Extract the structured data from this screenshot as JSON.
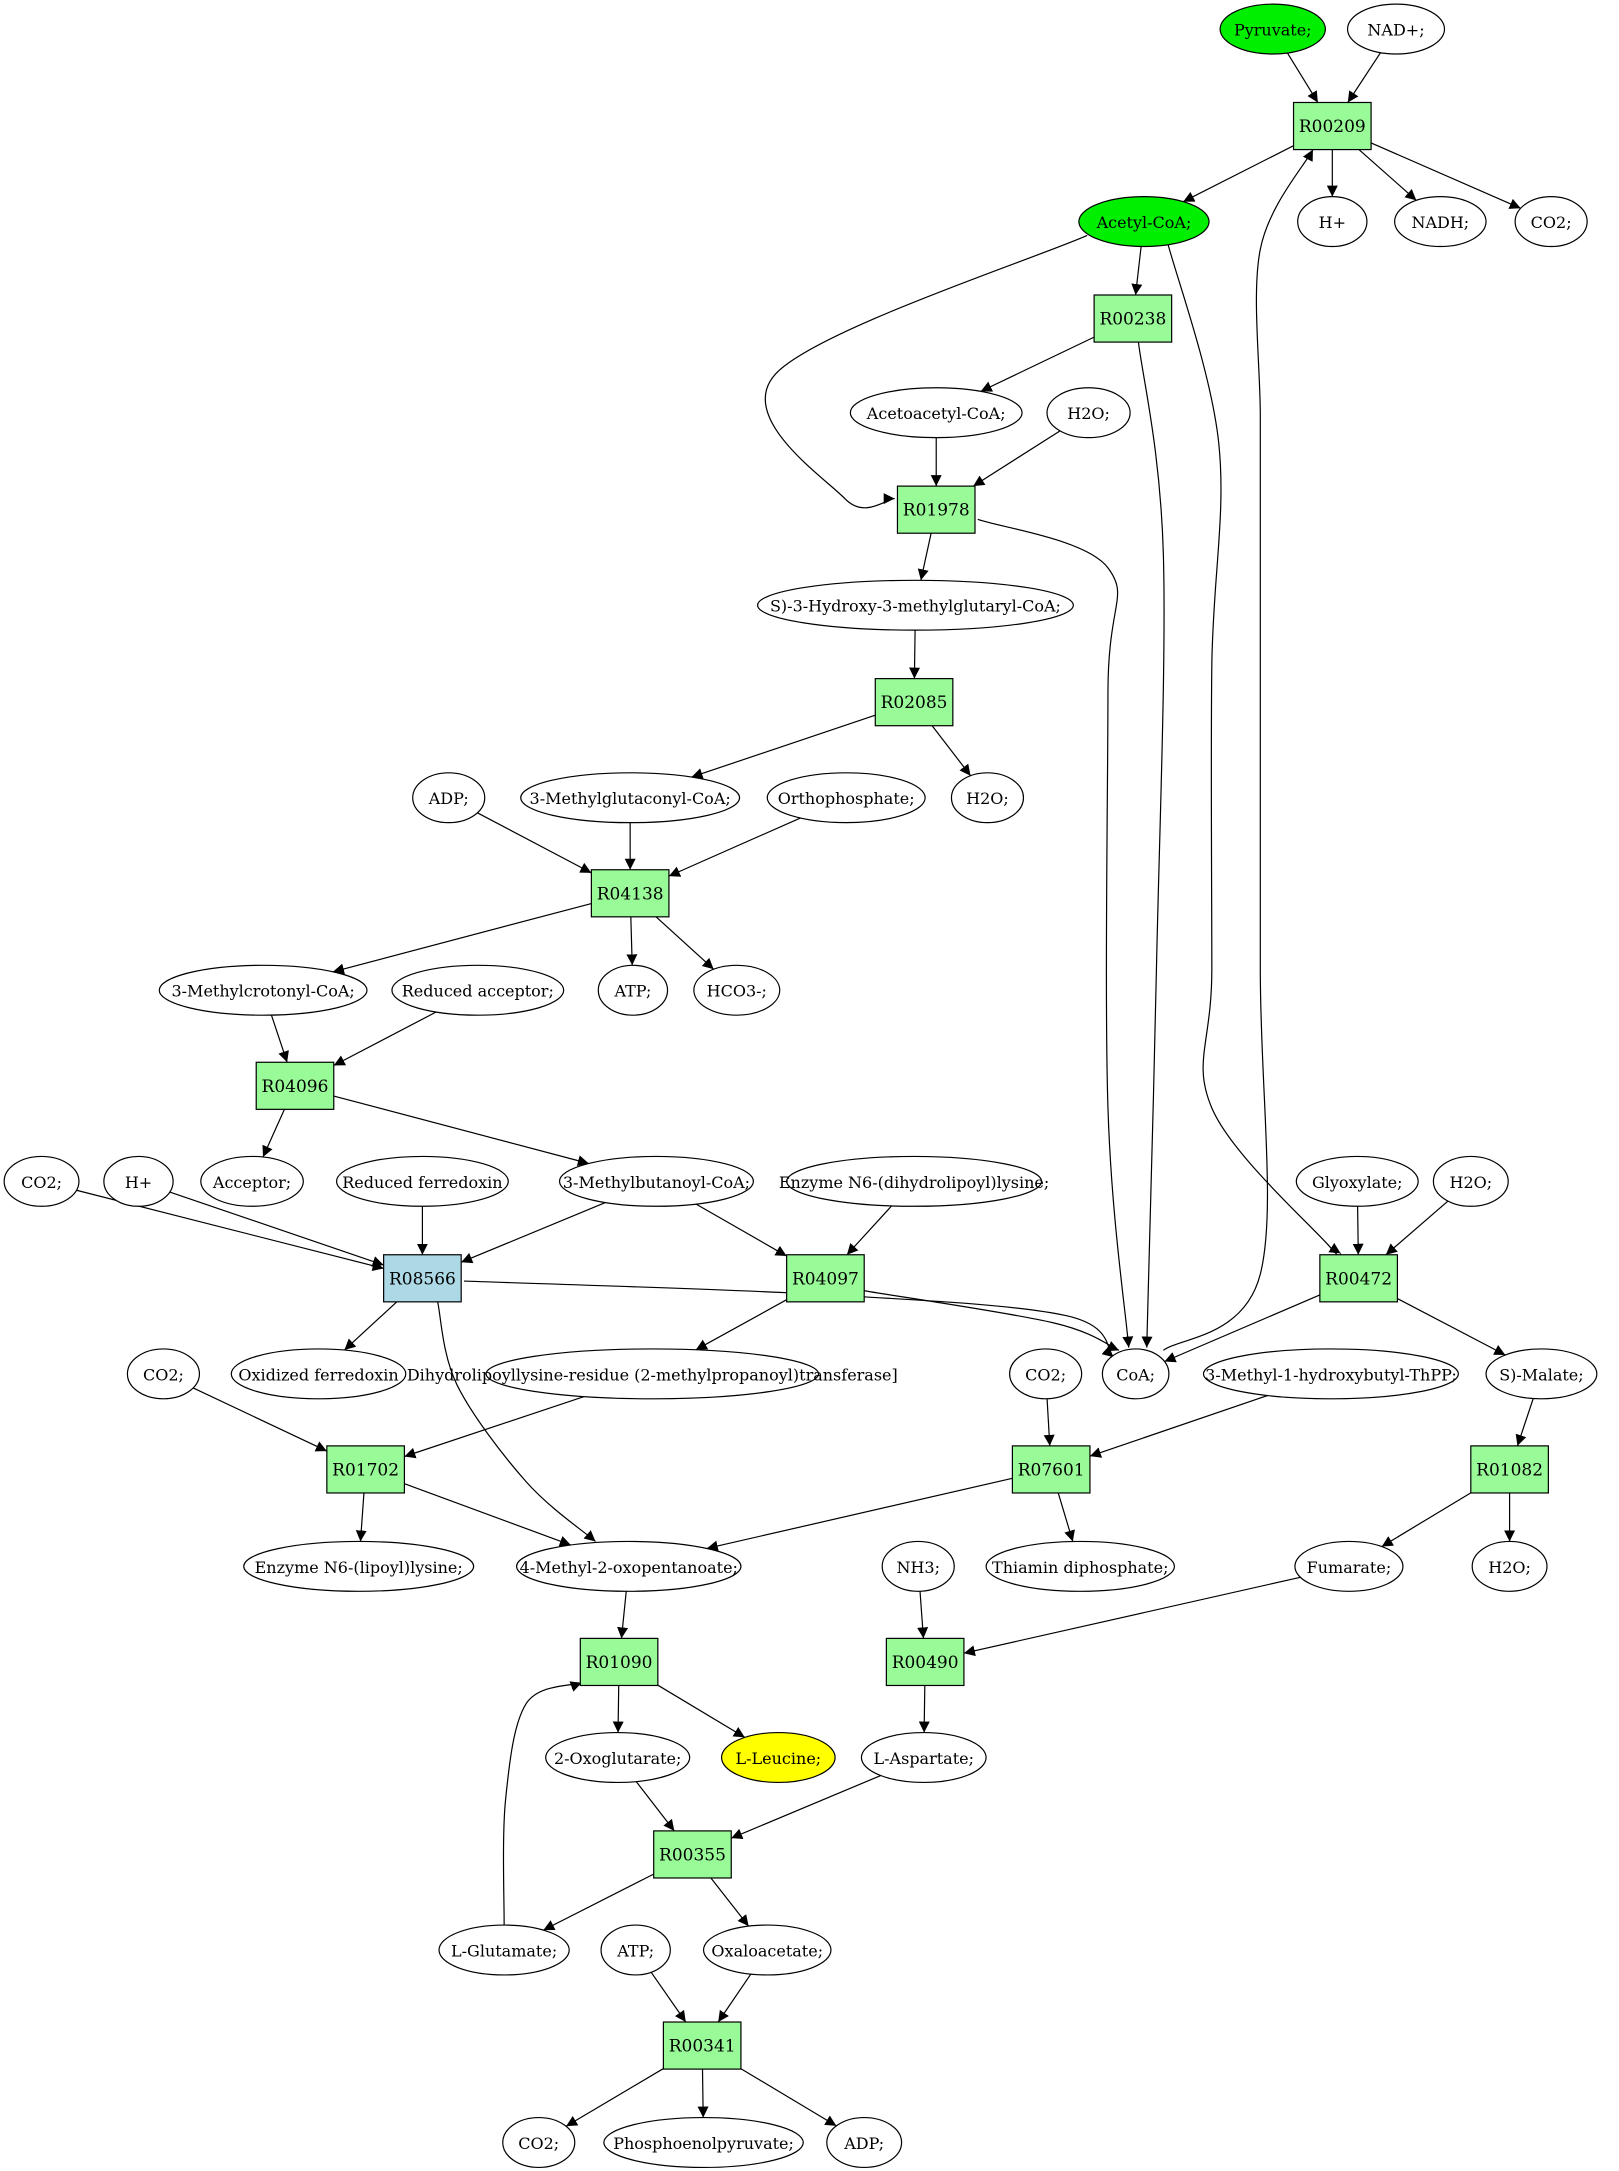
{
  "colors": {
    "reaction": "#98fb98",
    "reaction_alt": "#add8e6",
    "highlight_green": "#00ee00",
    "target_yellow": "#ffff00",
    "compound": "#ffffff"
  },
  "nodes": [
    {
      "id": "pyruvate",
      "label": "Pyruvate;",
      "kind": "compound",
      "fill": "green"
    },
    {
      "id": "nad",
      "label": "NAD+;",
      "kind": "compound"
    },
    {
      "id": "r00209",
      "label": "R00209",
      "kind": "reaction"
    },
    {
      "id": "acetylcoa",
      "label": "Acetyl-CoA;",
      "kind": "compound",
      "fill": "green"
    },
    {
      "id": "hplus1",
      "label": "H+",
      "kind": "compound"
    },
    {
      "id": "nadh",
      "label": "NADH;",
      "kind": "compound"
    },
    {
      "id": "co2_1",
      "label": "CO2;",
      "kind": "compound"
    },
    {
      "id": "r00238",
      "label": "R00238",
      "kind": "reaction"
    },
    {
      "id": "acetoacetylcoa",
      "label": "Acetoacetyl-CoA;",
      "kind": "compound"
    },
    {
      "id": "h2o_1",
      "label": "H2O;",
      "kind": "compound"
    },
    {
      "id": "r01978",
      "label": "R01978",
      "kind": "reaction"
    },
    {
      "id": "hmgcoa",
      "label": "S)-3-Hydroxy-3-methylglutaryl-CoA;",
      "kind": "compound"
    },
    {
      "id": "r02085",
      "label": "R02085",
      "kind": "reaction"
    },
    {
      "id": "adp_1",
      "label": "ADP;",
      "kind": "compound"
    },
    {
      "id": "methylglutaconyl",
      "label": "3-Methylglutaconyl-CoA;",
      "kind": "compound"
    },
    {
      "id": "orthophosphate",
      "label": "Orthophosphate;",
      "kind": "compound"
    },
    {
      "id": "h2o_2",
      "label": "H2O;",
      "kind": "compound"
    },
    {
      "id": "r04138",
      "label": "R04138",
      "kind": "reaction"
    },
    {
      "id": "methylcrotonyl",
      "label": "3-Methylcrotonyl-CoA;",
      "kind": "compound"
    },
    {
      "id": "reducedacceptor",
      "label": "Reduced acceptor;",
      "kind": "compound"
    },
    {
      "id": "atp_1",
      "label": "ATP;",
      "kind": "compound"
    },
    {
      "id": "hco3",
      "label": "HCO3-;",
      "kind": "compound"
    },
    {
      "id": "r04096",
      "label": "R04096",
      "kind": "reaction"
    },
    {
      "id": "co2_2",
      "label": "CO2;",
      "kind": "compound"
    },
    {
      "id": "hplus2",
      "label": "H+",
      "kind": "compound"
    },
    {
      "id": "acceptor",
      "label": "Acceptor;",
      "kind": "compound"
    },
    {
      "id": "redferredoxin",
      "label": "Reduced ferredoxin",
      "kind": "compound"
    },
    {
      "id": "methylbutanoyl",
      "label": "3-Methylbutanoyl-CoA;",
      "kind": "compound"
    },
    {
      "id": "enzymedihydro",
      "label": "Enzyme N6-(dihydrolipoyl)lysine;",
      "kind": "compound"
    },
    {
      "id": "glyoxylate",
      "label": "Glyoxylate;",
      "kind": "compound"
    },
    {
      "id": "h2o_3",
      "label": "H2O;",
      "kind": "compound"
    },
    {
      "id": "r08566",
      "label": "R08566",
      "kind": "reaction",
      "fill": "blue"
    },
    {
      "id": "r04097",
      "label": "R04097",
      "kind": "reaction"
    },
    {
      "id": "r00472",
      "label": "R00472",
      "kind": "reaction"
    },
    {
      "id": "co2_3",
      "label": "CO2;",
      "kind": "compound"
    },
    {
      "id": "oxferredoxin",
      "label": "Oxidized ferredoxin",
      "kind": "compound"
    },
    {
      "id": "dihydrolipoyllysine",
      "label": "Dihydrolipoyllysine-residue (2-methylpropanoyl)transferase]",
      "kind": "compound"
    },
    {
      "id": "co2_4",
      "label": "CO2;",
      "kind": "compound"
    },
    {
      "id": "coa",
      "label": "CoA;",
      "kind": "compound"
    },
    {
      "id": "methylhydroxybutyl",
      "label": "3-Methyl-1-hydroxybutyl-ThPP;",
      "kind": "compound"
    },
    {
      "id": "smalate",
      "label": "S)-Malate;",
      "kind": "compound"
    },
    {
      "id": "r01702",
      "label": "R01702",
      "kind": "reaction"
    },
    {
      "id": "r07601",
      "label": "R07601",
      "kind": "reaction"
    },
    {
      "id": "r01082",
      "label": "R01082",
      "kind": "reaction"
    },
    {
      "id": "enzymelipoyl",
      "label": "Enzyme N6-(lipoyl)lysine;",
      "kind": "compound"
    },
    {
      "id": "methyloxopentanoate",
      "label": "4-Methyl-2-oxopentanoate;",
      "kind": "compound"
    },
    {
      "id": "nh3",
      "label": "NH3;",
      "kind": "compound"
    },
    {
      "id": "thiamin",
      "label": "Thiamin diphosphate;",
      "kind": "compound"
    },
    {
      "id": "fumarate",
      "label": "Fumarate;",
      "kind": "compound"
    },
    {
      "id": "h2o_4",
      "label": "H2O;",
      "kind": "compound"
    },
    {
      "id": "r01090",
      "label": "R01090",
      "kind": "reaction"
    },
    {
      "id": "r00490",
      "label": "R00490",
      "kind": "reaction"
    },
    {
      "id": "oxoglutarate",
      "label": "2-Oxoglutarate;",
      "kind": "compound"
    },
    {
      "id": "leucine",
      "label": "L-Leucine;",
      "kind": "compound",
      "fill": "yellow"
    },
    {
      "id": "aspartate",
      "label": "L-Aspartate;",
      "kind": "compound"
    },
    {
      "id": "r00355",
      "label": "R00355",
      "kind": "reaction"
    },
    {
      "id": "glutamate",
      "label": "L-Glutamate;",
      "kind": "compound"
    },
    {
      "id": "atp_2",
      "label": "ATP;",
      "kind": "compound"
    },
    {
      "id": "oxaloacetate",
      "label": "Oxaloacetate;",
      "kind": "compound"
    },
    {
      "id": "r00341",
      "label": "R00341",
      "kind": "reaction"
    },
    {
      "id": "co2_5",
      "label": "CO2;",
      "kind": "compound"
    },
    {
      "id": "pep",
      "label": "Phosphoenolpyruvate;",
      "kind": "compound"
    },
    {
      "id": "adp_2",
      "label": "ADP;",
      "kind": "compound"
    }
  ],
  "edges": [
    [
      "pyruvate",
      "r00209"
    ],
    [
      "nad",
      "r00209"
    ],
    [
      "r00209",
      "acetylcoa"
    ],
    [
      "r00209",
      "hplus1"
    ],
    [
      "r00209",
      "nadh"
    ],
    [
      "r00209",
      "co2_1"
    ],
    [
      "acetylcoa",
      "r00238"
    ],
    [
      "acetylcoa",
      "r01978"
    ],
    [
      "acetylcoa",
      "r00472"
    ],
    [
      "r00238",
      "acetoacetylcoa"
    ],
    [
      "r00238",
      "coa"
    ],
    [
      "acetoacetylcoa",
      "r01978"
    ],
    [
      "h2o_1",
      "r01978"
    ],
    [
      "r01978",
      "hmgcoa"
    ],
    [
      "r01978",
      "coa"
    ],
    [
      "hmgcoa",
      "r02085"
    ],
    [
      "r02085",
      "methylglutaconyl"
    ],
    [
      "r02085",
      "h2o_2"
    ],
    [
      "adp_1",
      "r04138"
    ],
    [
      "methylglutaconyl",
      "r04138"
    ],
    [
      "orthophosphate",
      "r04138"
    ],
    [
      "r04138",
      "methylcrotonyl"
    ],
    [
      "r04138",
      "atp_1"
    ],
    [
      "r04138",
      "hco3"
    ],
    [
      "methylcrotonyl",
      "r04096"
    ],
    [
      "reducedacceptor",
      "r04096"
    ],
    [
      "r04096",
      "acceptor"
    ],
    [
      "r04096",
      "methylbutanoyl"
    ],
    [
      "co2_2",
      "r08566"
    ],
    [
      "hplus2",
      "r08566"
    ],
    [
      "redferredoxin",
      "r08566"
    ],
    [
      "methylbutanoyl",
      "r08566"
    ],
    [
      "methylbutanoyl",
      "r04097"
    ],
    [
      "enzymedihydro",
      "r04097"
    ],
    [
      "glyoxylate",
      "r00472"
    ],
    [
      "h2o_3",
      "r00472"
    ],
    [
      "r08566",
      "oxferredoxin"
    ],
    [
      "r08566",
      "coa"
    ],
    [
      "r08566",
      "methyloxopentanoate"
    ],
    [
      "r04097",
      "dihydrolipoyllysine"
    ],
    [
      "r04097",
      "coa"
    ],
    [
      "r00472",
      "coa"
    ],
    [
      "r00472",
      "smalate"
    ],
    [
      "coa",
      "r00209"
    ],
    [
      "co2_3",
      "r01702"
    ],
    [
      "dihydrolipoyllysine",
      "r01702"
    ],
    [
      "co2_4",
      "r07601"
    ],
    [
      "methylhydroxybutyl",
      "r07601"
    ],
    [
      "smalate",
      "r01082"
    ],
    [
      "r01702",
      "enzymelipoyl"
    ],
    [
      "r01702",
      "methyloxopentanoate"
    ],
    [
      "r07601",
      "methyloxopentanoate"
    ],
    [
      "r07601",
      "thiamin"
    ],
    [
      "r01082",
      "fumarate"
    ],
    [
      "r01082",
      "h2o_4"
    ],
    [
      "methyloxopentanoate",
      "r01090"
    ],
    [
      "nh3",
      "r00490"
    ],
    [
      "fumarate",
      "r00490"
    ],
    [
      "r01090",
      "oxoglutarate"
    ],
    [
      "r01090",
      "leucine"
    ],
    [
      "r00490",
      "aspartate"
    ],
    [
      "oxoglutarate",
      "r00355"
    ],
    [
      "aspartate",
      "r00355"
    ],
    [
      "r00355",
      "glutamate"
    ],
    [
      "r00355",
      "oxaloacetate"
    ],
    [
      "glutamate",
      "r01090"
    ],
    [
      "atp_2",
      "r00341"
    ],
    [
      "oxaloacetate",
      "r00341"
    ],
    [
      "r00341",
      "co2_5"
    ],
    [
      "r00341",
      "pep"
    ],
    [
      "r00341",
      "adp_2"
    ]
  ]
}
